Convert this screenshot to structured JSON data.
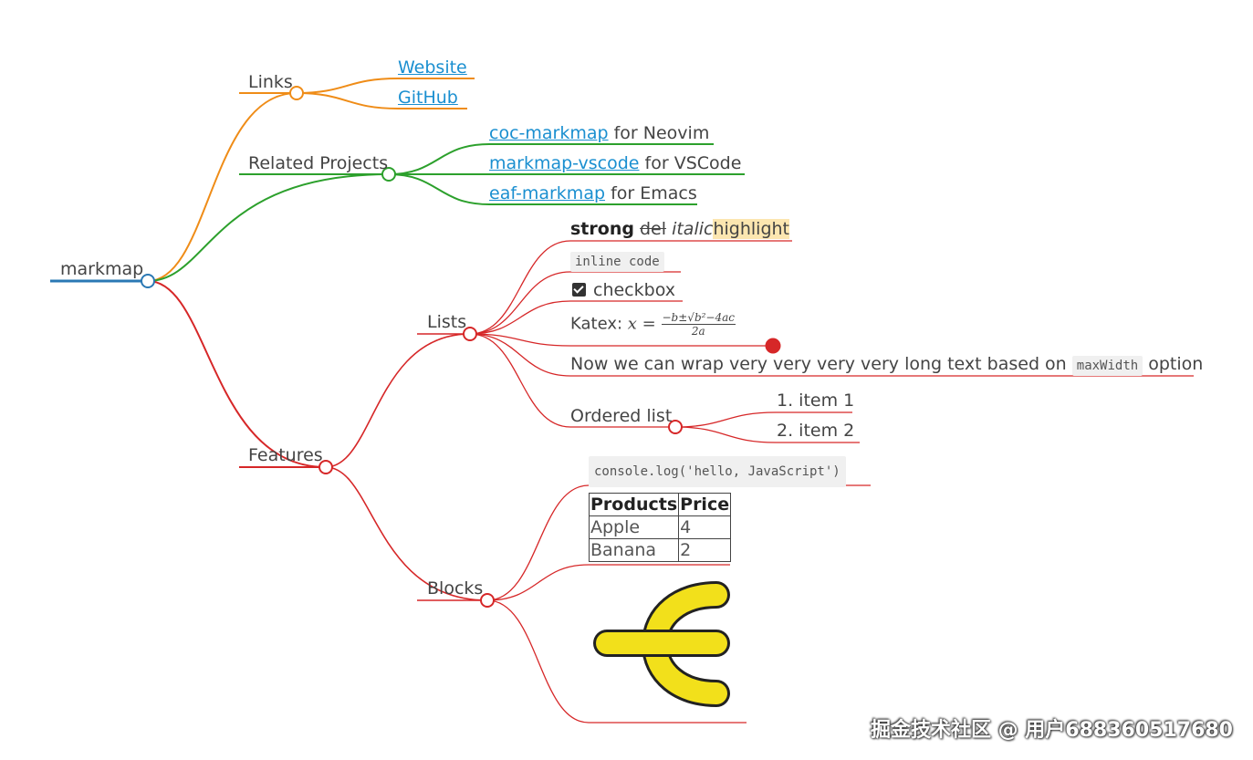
{
  "colors": {
    "root": "#2a78b4",
    "links": "#ef8c17",
    "related": "#2ca02c",
    "features": "#d62728"
  },
  "root": {
    "label": "markmap"
  },
  "links": {
    "label": "Links",
    "website": "Website",
    "github": "GitHub"
  },
  "related": {
    "label": "Related Projects",
    "items": [
      {
        "link": "coc-markmap",
        "rest": " for Neovim"
      },
      {
        "link": "markmap-vscode",
        "rest": " for VSCode"
      },
      {
        "link": "eaf-markmap",
        "rest": " for Emacs"
      }
    ]
  },
  "features": {
    "label": "Features",
    "lists": {
      "label": "Lists",
      "strong": "strong",
      "del": "del",
      "italic": "italic",
      "highlight": "highlight",
      "inline_code": "inline code",
      "checkbox": "checkbox",
      "katex_label": "Katex:",
      "katex_lhs": "x =",
      "katex_num": "−b±√b²−4ac",
      "katex_den": "2a",
      "wrap_text": "Now we can wrap very very very very long text based on",
      "wrap_code": "maxWidth",
      "wrap_tail": "option",
      "ordered": {
        "label": "Ordered list",
        "items": [
          "1. item 1",
          "2. item 2"
        ]
      }
    },
    "blocks": {
      "label": "Blocks",
      "code": "console.log('hello, JavaScript')",
      "table": {
        "headers": [
          "Products",
          "Price"
        ],
        "rows": [
          [
            "Apple",
            "4"
          ],
          [
            "Banana",
            "2"
          ]
        ]
      },
      "image_icon": "euro-like-logo-icon"
    }
  },
  "watermark": "掘金技术社区 @ 用户688360517680"
}
